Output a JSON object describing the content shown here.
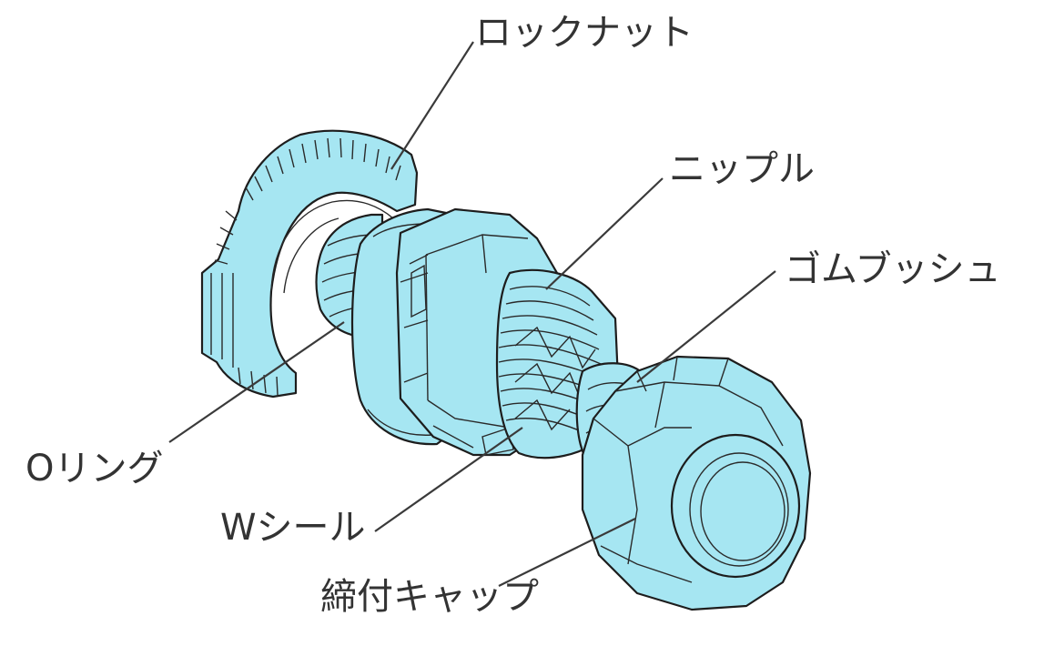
{
  "diagram": {
    "subject_color": "#a6e6f2",
    "outline_color": "#1d1d1d",
    "leader_color": "#3a3a3a",
    "text_color": "#333333"
  },
  "labels": {
    "lock_nut": "ロックナット",
    "nipple": "ニップル",
    "rubber_bushing": "ゴムブッシュ",
    "o_ring": "Oリング",
    "w_seal": "Wシール",
    "clamp_cap": "締付キャップ"
  }
}
